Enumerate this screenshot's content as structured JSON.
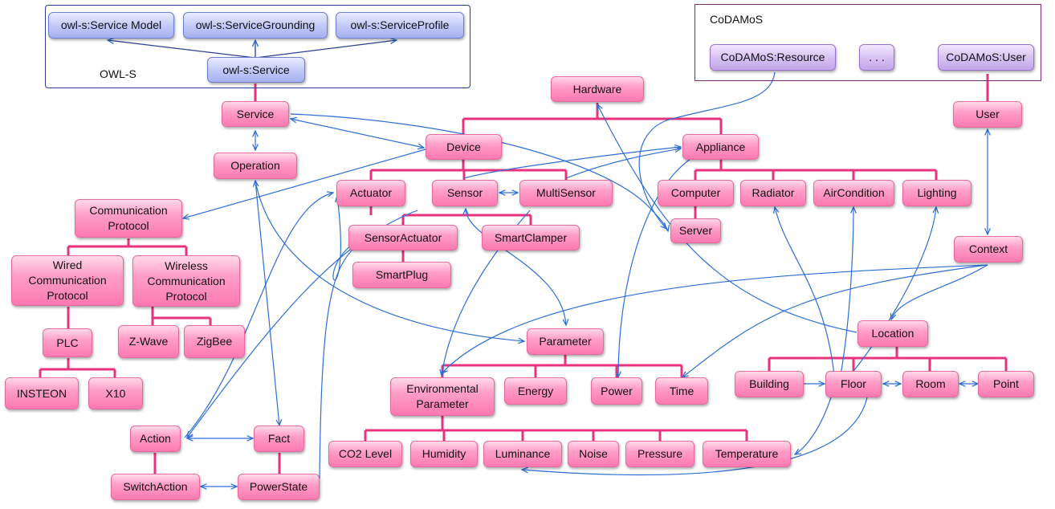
{
  "groups": {
    "owl_s": "OWL-S",
    "codamos": "CoDAMoS"
  },
  "nodes": {
    "owls_service_model": "owl-s:Service Model",
    "owls_service_grounding": "owl-s:ServiceGrounding",
    "owls_service_profile": "owl-s:ServiceProfile",
    "owls_service": "owl-s:Service",
    "codamos_resource": "CoDAMoS:Resource",
    "codamos_dots": ". . .",
    "codamos_user": "CoDAMoS:User",
    "service": "Service",
    "operation": "Operation",
    "communication_protocol": "Communication\nProtocol",
    "wired_protocol": "Wired\nCommunication\nProtocol",
    "wireless_protocol": "Wireless\nCommunication\nProtocol",
    "plc": "PLC",
    "z_wave": "Z-Wave",
    "zigbee": "ZigBee",
    "insteon": "INSTEON",
    "x10": "X10",
    "hardware": "Hardware",
    "device": "Device",
    "appliance": "Appliance",
    "actuator": "Actuator",
    "sensor": "Sensor",
    "multisensor": "MultiSensor",
    "sensor_actuator": "SensorActuator",
    "smart_clamper": "SmartClamper",
    "smart_plug": "SmartPlug",
    "computer": "Computer",
    "radiator": "Radiator",
    "air_condition": "AirCondition",
    "lighting": "Lighting",
    "server": "Server",
    "user": "User",
    "context": "Context",
    "location": "Location",
    "building": "Building",
    "floor": "Floor",
    "room": "Room",
    "point": "Point",
    "parameter": "Parameter",
    "environmental_parameter": "Environmental\nParameter",
    "energy": "Energy",
    "power": "Power",
    "time": "Time",
    "co2_level": "CO2 Level",
    "humidity": "Humidity",
    "luminance": "Luminance",
    "noise": "Noise",
    "pressure": "Pressure",
    "temperature": "Temperature",
    "action": "Action",
    "fact": "Fact",
    "switch_action": "SwitchAction",
    "power_state": "PowerState"
  },
  "colors": {
    "node_fill": "#fc79b1",
    "hierarchy_line": "#e8327d",
    "relation_line": "#2e6fd4",
    "owl_s_node": "#a6b1f1",
    "codamos_node": "#c2a6ea"
  }
}
